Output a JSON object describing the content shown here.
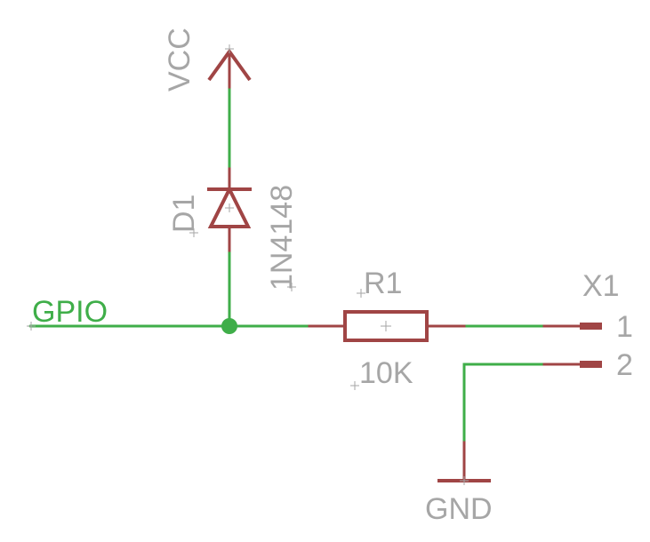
{
  "schematic": {
    "net_gpio": "GPIO",
    "supply_vcc": "VCC",
    "supply_gnd": "GND",
    "diode": {
      "name": "D1",
      "value": "1N4148"
    },
    "resistor": {
      "name": "R1",
      "value": "10K"
    },
    "connector": {
      "name": "X1",
      "pin1": "1",
      "pin2": "2"
    },
    "colors": {
      "wire": "#3fae49",
      "symbol": "#a04545",
      "text": "#a6a6a6"
    }
  }
}
